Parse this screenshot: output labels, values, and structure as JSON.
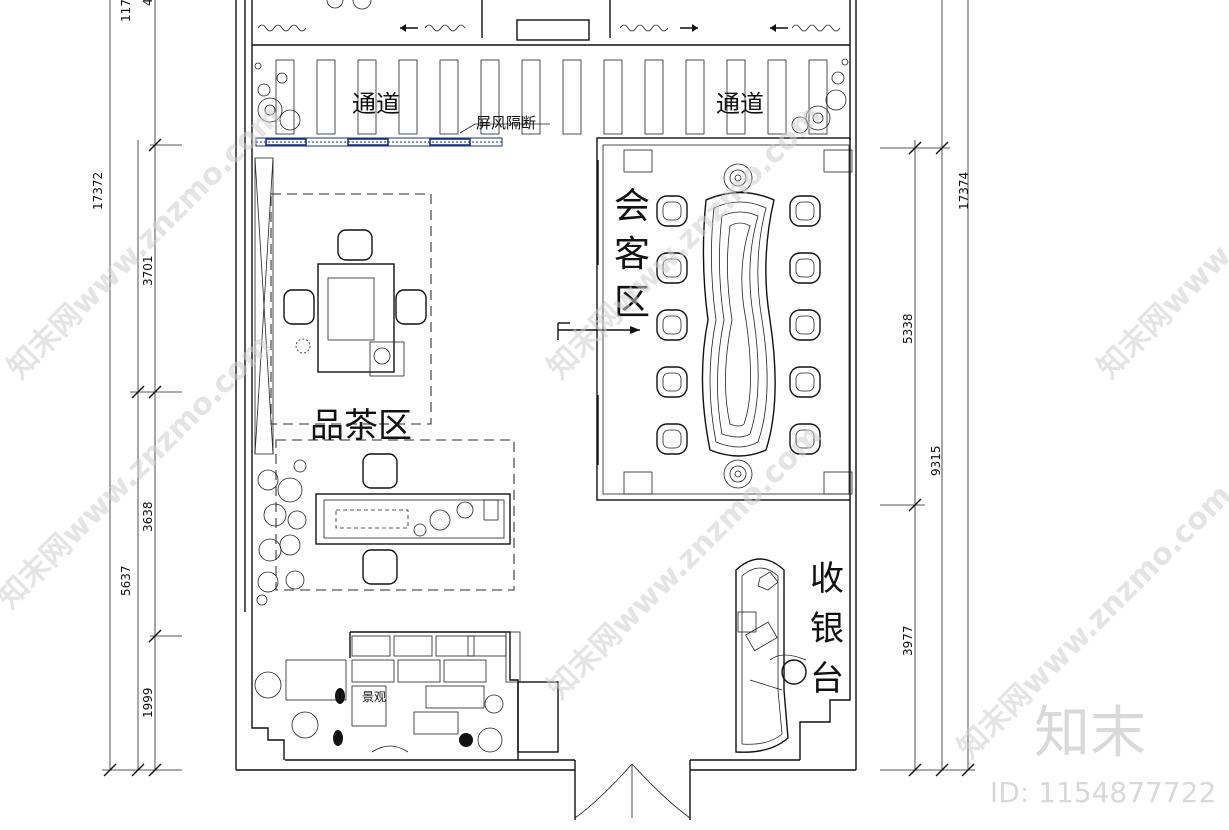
{
  "zones": {
    "corridor_left": "通道",
    "corridor_right": "通道",
    "screen_partition": "屏风隔断",
    "meeting_area": "会客区",
    "tea_area": "品茶区",
    "cashier": "收银台",
    "landscape": "景观"
  },
  "dimensions": {
    "left_total": "17372",
    "left_a": "3701",
    "left_b": "3638",
    "left_c": "5637",
    "left_d": "1999",
    "left_top": "117",
    "left_top2": "4",
    "right_total": "17374",
    "right_a": "5338",
    "right_b": "9315",
    "right_c": "3977"
  },
  "watermark": {
    "text": "知末网www.znzmo.com",
    "brand": "知末",
    "id": "ID: 1154877722"
  }
}
